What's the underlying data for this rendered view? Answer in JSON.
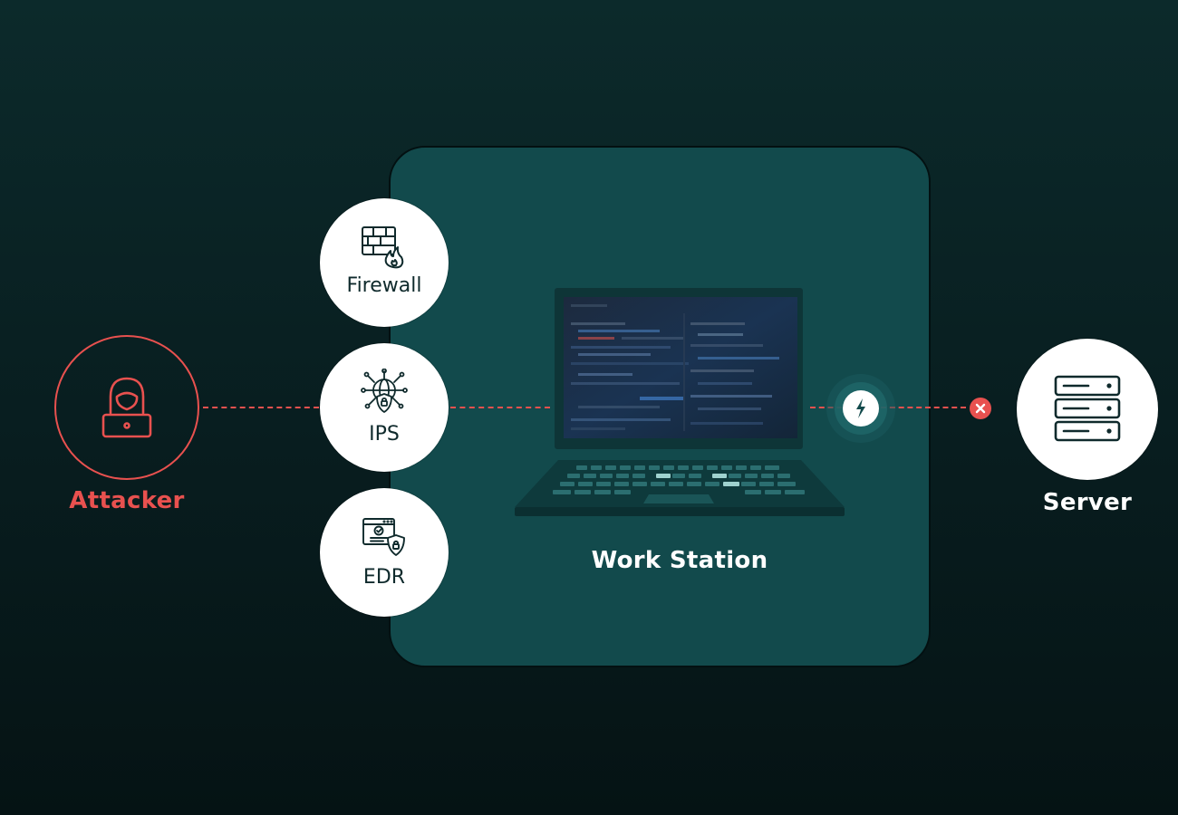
{
  "colors": {
    "accent_red": "#e8514f",
    "panel_teal": "#124a4c",
    "node_white": "#ffffff",
    "dark_text": "#0f2a2c"
  },
  "attacker": {
    "label": "Attacker",
    "icon": "hooded-hacker-laptop-icon"
  },
  "defenses": [
    {
      "label": "Firewall",
      "icon": "firewall-brick-flame-icon"
    },
    {
      "label": "IPS",
      "icon": "network-globe-lock-shield-icon"
    },
    {
      "label": "EDR",
      "icon": "browser-window-check-lock-icon"
    }
  ],
  "workstation": {
    "label": "Work Station",
    "icon": "laptop-icon"
  },
  "exploit_badge": {
    "icon": "lightning-bolt-icon"
  },
  "block_marker": {
    "icon": "close-x-icon"
  },
  "server": {
    "label": "Server",
    "icon": "server-rack-icon"
  }
}
